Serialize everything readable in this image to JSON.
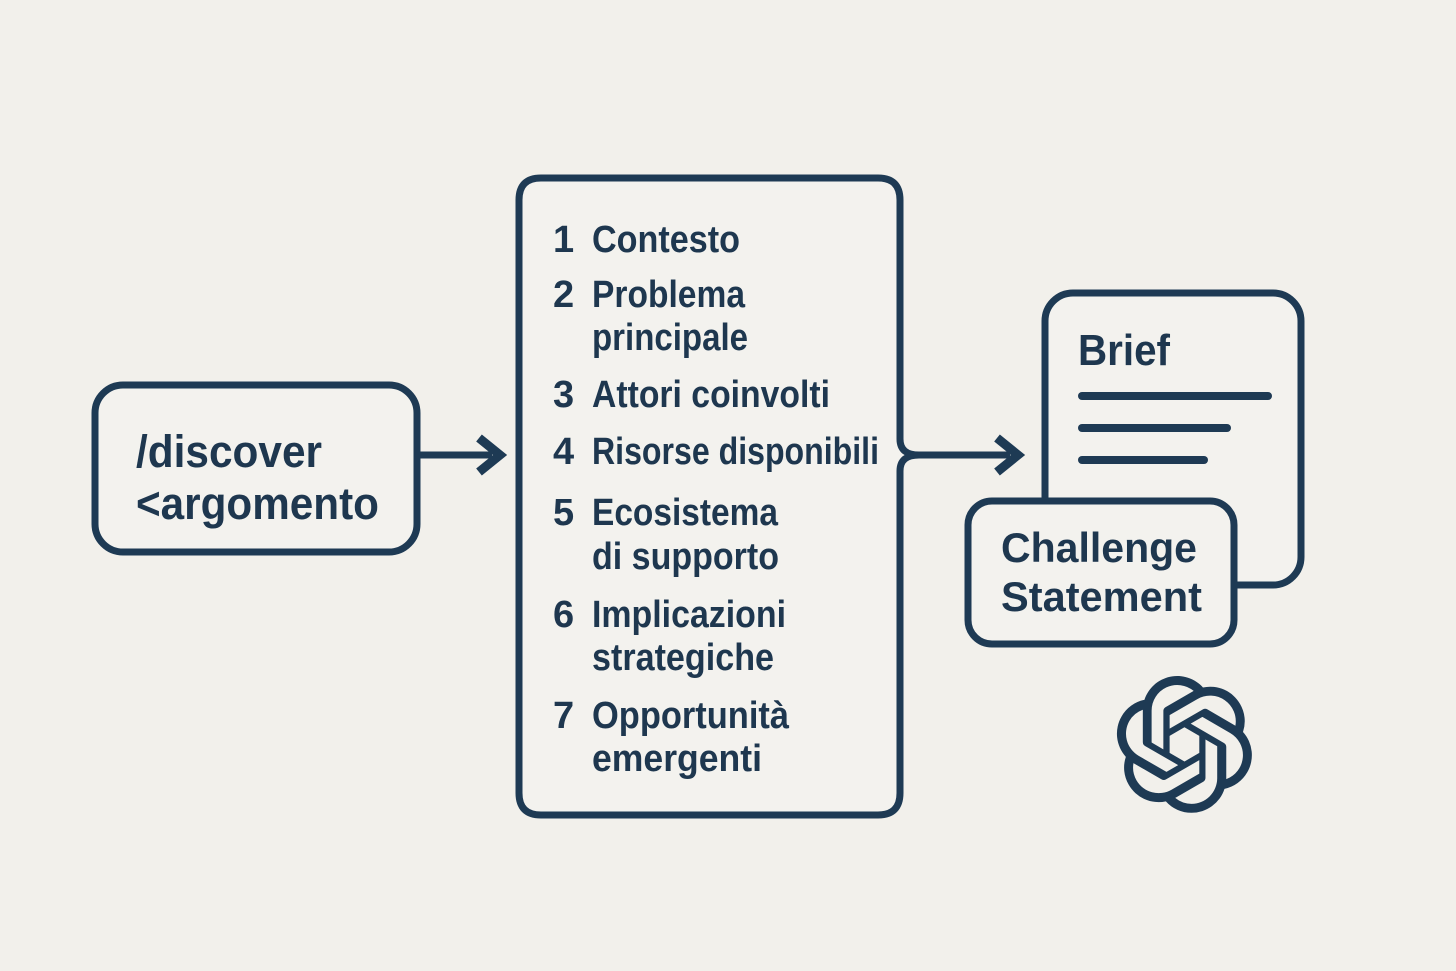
{
  "colors": {
    "background": "#f2f0eb",
    "node_fill": "#f3f2ee",
    "stroke": "#1e3a54",
    "text": "#1e374f"
  },
  "command_box": {
    "line1": "/discover",
    "line2": "<argomento"
  },
  "steps_box": {
    "items": [
      {
        "num": "1",
        "lines": [
          "Contesto"
        ]
      },
      {
        "num": "2",
        "lines": [
          "Problema",
          "principale"
        ]
      },
      {
        "num": "3",
        "lines": [
          "Attori coinvolti"
        ]
      },
      {
        "num": "4",
        "lines": [
          "Risorse disponibili"
        ]
      },
      {
        "num": "5",
        "lines": [
          "Ecosistema",
          "di supporto"
        ]
      },
      {
        "num": "6",
        "lines": [
          "Implicazioni",
          "strategiche"
        ]
      },
      {
        "num": "7",
        "lines": [
          "Opportunità",
          "emergenti"
        ]
      }
    ]
  },
  "brief_card": {
    "title": "Brief"
  },
  "challenge_card": {
    "line1": "Challenge",
    "line2": "Statement"
  },
  "logo": {
    "name": "openai-logo"
  }
}
